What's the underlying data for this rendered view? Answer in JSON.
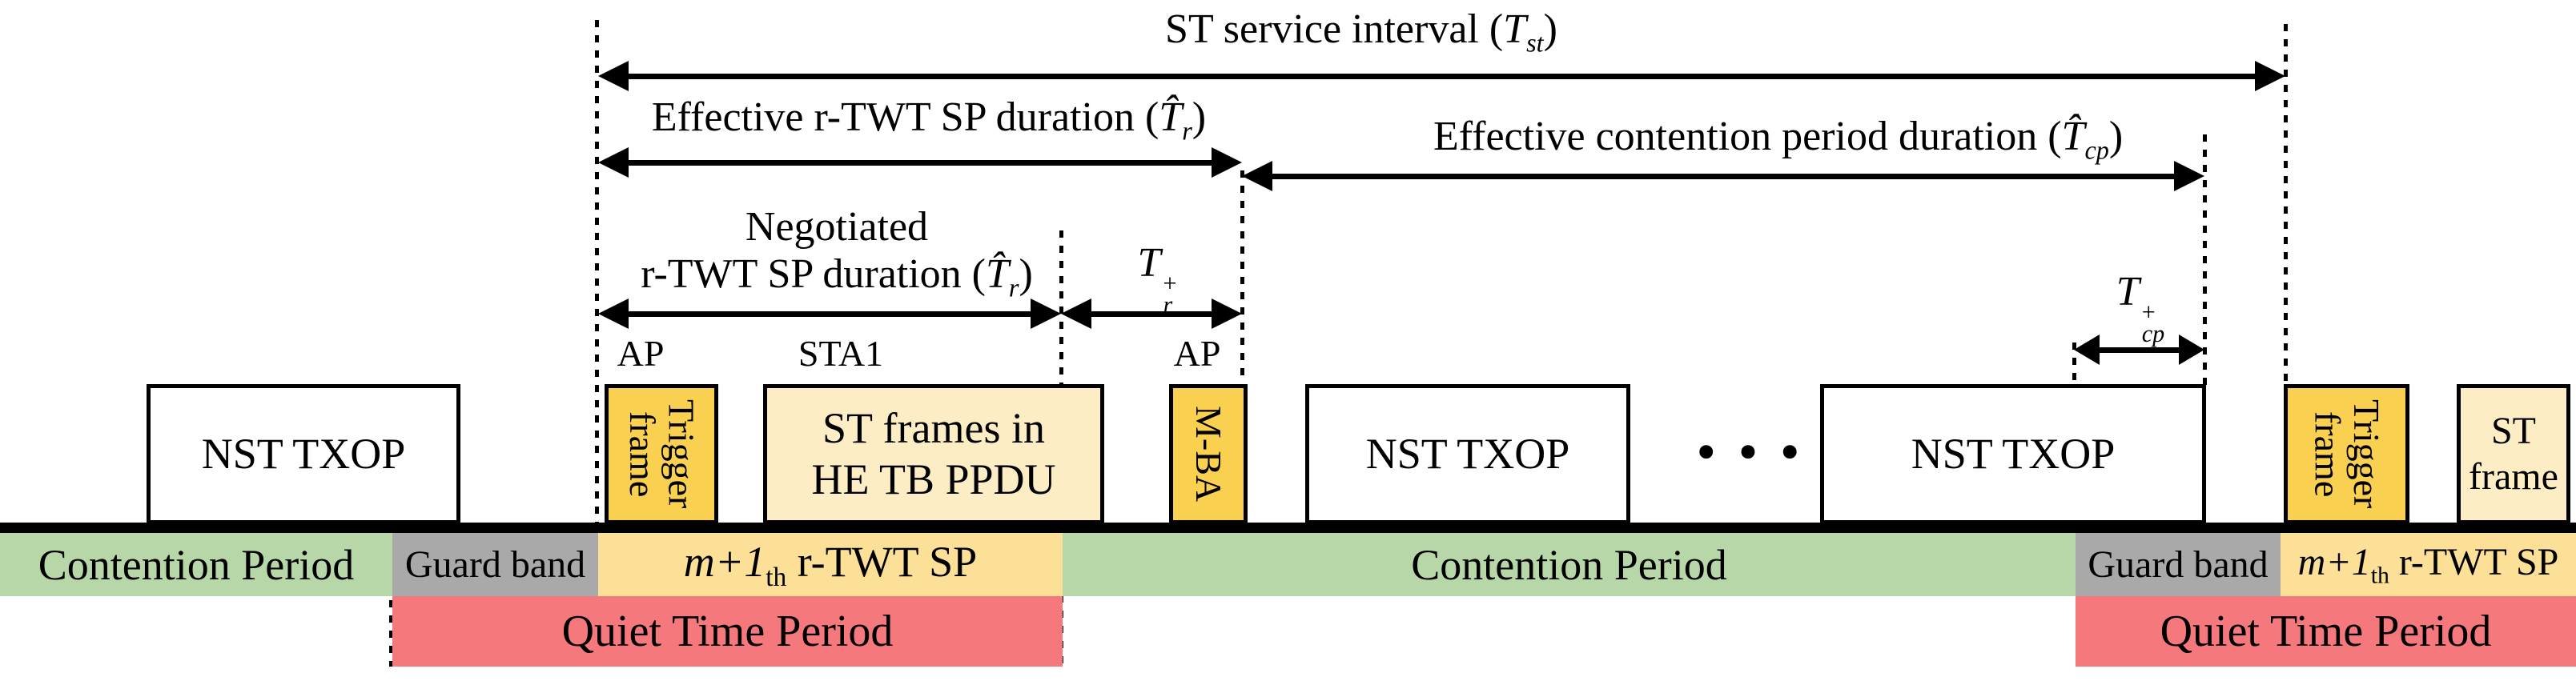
{
  "colors": {
    "green_band": "#b8d7a9",
    "gray_band": "#a9a9a9",
    "yellow_band": "#fce098",
    "orange_box": "#f9d050",
    "pale_yellow_box": "#fcedc5",
    "red_band": "#f5797c",
    "line_black": "#000000"
  },
  "arrows": {
    "service_interval": {
      "label": "ST service interval (<i>T<sub>st</sub></i>)"
    },
    "effective_sp": {
      "label": "Effective r-TWT SP duration (<i>T&#770;<sub>r</sub></i>)"
    },
    "effective_cp": {
      "label": "Effective contention period duration (<i>T&#770;<sub>cp</sub></i>)"
    },
    "negotiated_sp": {
      "label_line1": "Negotiated",
      "label_line2": "r-TWT SP duration (<i>T&#770;<sub>r</sub></i>)"
    },
    "tr_plus": {
      "label": "<i>T</i><span class=\"stk\"><span>+</span><span><i>r</i></span></span>"
    },
    "tcp_plus": {
      "label": "<i>T</i><span class=\"stk\"><span>+</span><span><i>cp</i></span></span>"
    }
  },
  "senders": {
    "ap1": "AP",
    "sta1": "STA1",
    "ap2": "AP"
  },
  "frames": {
    "nst_txop": "NST TXOP",
    "trigger": "Trigger frame",
    "st_frames": "ST frames in<br>HE TB PPDU",
    "mba": "M-BA",
    "ellipsis": "•••",
    "st_frame": "ST<br>frame"
  },
  "bands": {
    "contention": "Contention Period",
    "guard": "Guard band",
    "rtwt_sp": "<i>m+1</i><sub>th</sub> r-TWT SP",
    "quiet": "Quiet Time Period"
  }
}
